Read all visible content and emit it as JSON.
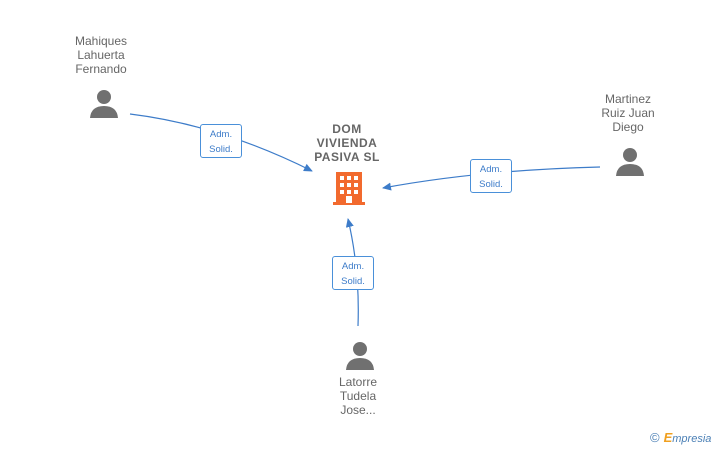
{
  "company": {
    "name_lines": [
      "DOM",
      "VIVIENDA",
      "PASIVA  SL"
    ],
    "icon": "building-icon",
    "color": "#f26a2e"
  },
  "persons": [
    {
      "id": "p1",
      "name_lines": [
        "Mahiques",
        "Lahuerta",
        "Fernando"
      ],
      "icon": "person-icon"
    },
    {
      "id": "p2",
      "name_lines": [
        "Martinez",
        "Ruiz Juan",
        "Diego"
      ],
      "icon": "person-icon"
    },
    {
      "id": "p3",
      "name_lines": [
        "Latorre",
        "Tudela",
        "Jose..."
      ],
      "icon": "person-icon"
    }
  ],
  "edges": [
    {
      "from": "p1",
      "role_lines": [
        "Adm.",
        "Solid."
      ]
    },
    {
      "from": "p2",
      "role_lines": [
        "Adm.",
        "Solid."
      ]
    },
    {
      "from": "p3",
      "role_lines": [
        "Adm.",
        "Solid."
      ]
    }
  ],
  "colors": {
    "edge": "#3d7cc9",
    "person": "#707070",
    "text": "#666666"
  },
  "footer": {
    "copyright_symbol": "©",
    "brand_initial": "E",
    "brand_rest": "mpresia"
  }
}
